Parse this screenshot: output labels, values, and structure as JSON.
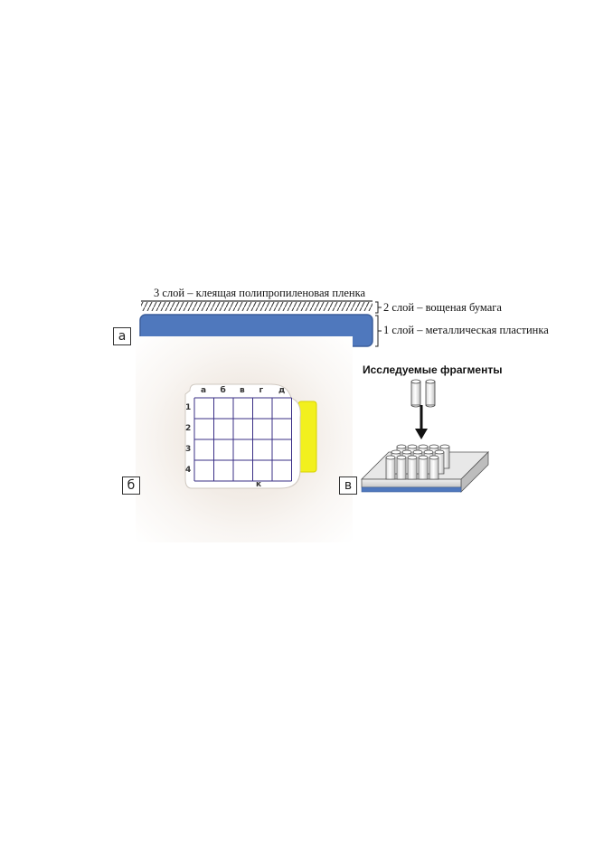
{
  "panel_a": {
    "label": "а",
    "layer3": "3 слой – клеящая полипропиленовая пленка",
    "layer2": "2 слой – вощеная  бумага",
    "layer1": "1 слой – металлическая пластинка",
    "plate_color": "#4f78bd"
  },
  "panel_b": {
    "label": "б",
    "columns": [
      "а",
      "б",
      "в",
      "г",
      "д"
    ],
    "rows": [
      "1",
      "2",
      "3",
      "4"
    ],
    "marker": "к",
    "tab_color": "#f2f01e",
    "grid_color": "#3a2f86"
  },
  "panel_c": {
    "label": "в",
    "title": "Исследуемые фрагменты"
  }
}
